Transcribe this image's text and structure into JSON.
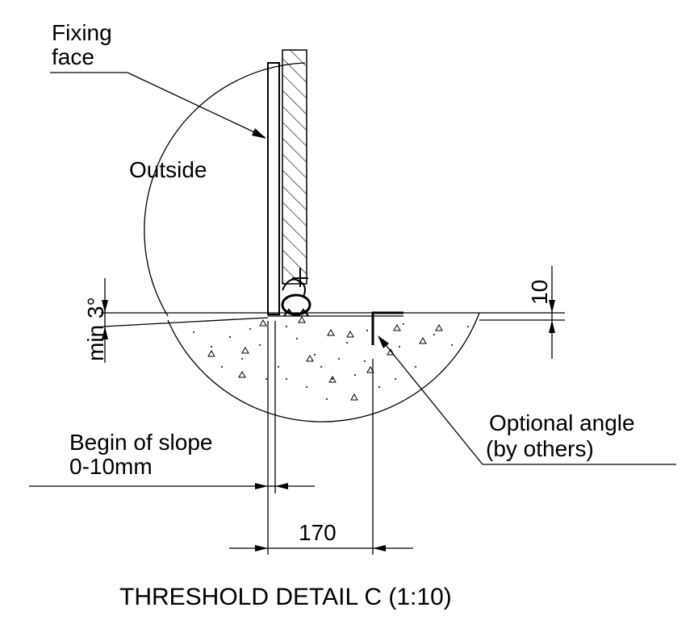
{
  "labels": {
    "fixing_face_line1": "Fixing",
    "fixing_face_line2": "face",
    "outside": "Outside",
    "min_slope": "min 3°",
    "dim_10": "10",
    "begin_slope_line1": "Begin of slope",
    "begin_slope_line2": "0-10mm",
    "optional_angle_line1": "Optional angle",
    "optional_angle_line2": "(by others)",
    "dim_170": "170"
  },
  "title": "THRESHOLD DETAIL C (1:10)"
}
